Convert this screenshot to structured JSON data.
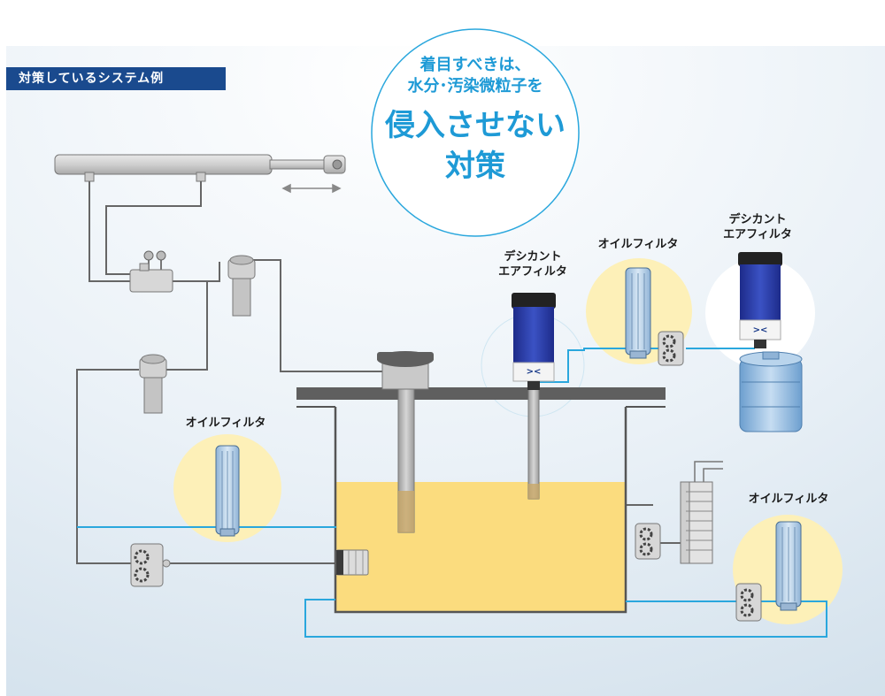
{
  "section_tag": "対策しているシステム例",
  "callout": {
    "line1": "着目すべきは、",
    "line2": "水分･汚染微粒子を",
    "line3": "侵入させない",
    "line4": "対策"
  },
  "labels": {
    "desiccant_center": [
      "デシカント",
      "エアフィルタ"
    ],
    "desiccant_right": [
      "デシカント",
      "エアフィルタ"
    ],
    "oil_filter_top": "オイルフィルタ",
    "oil_filter_left": "オイルフィルタ",
    "oil_filter_right": "オイルフィルタ"
  },
  "colors": {
    "pipe_blue": "#2aa7dd",
    "pipe_gray": "#666666",
    "oil": "#fbdc7e",
    "highlight": "#fdf0b8",
    "tag_bg": "#1a4a8e",
    "accent_text": "#1e9ad6",
    "filter_blue": "#2d3da6"
  }
}
